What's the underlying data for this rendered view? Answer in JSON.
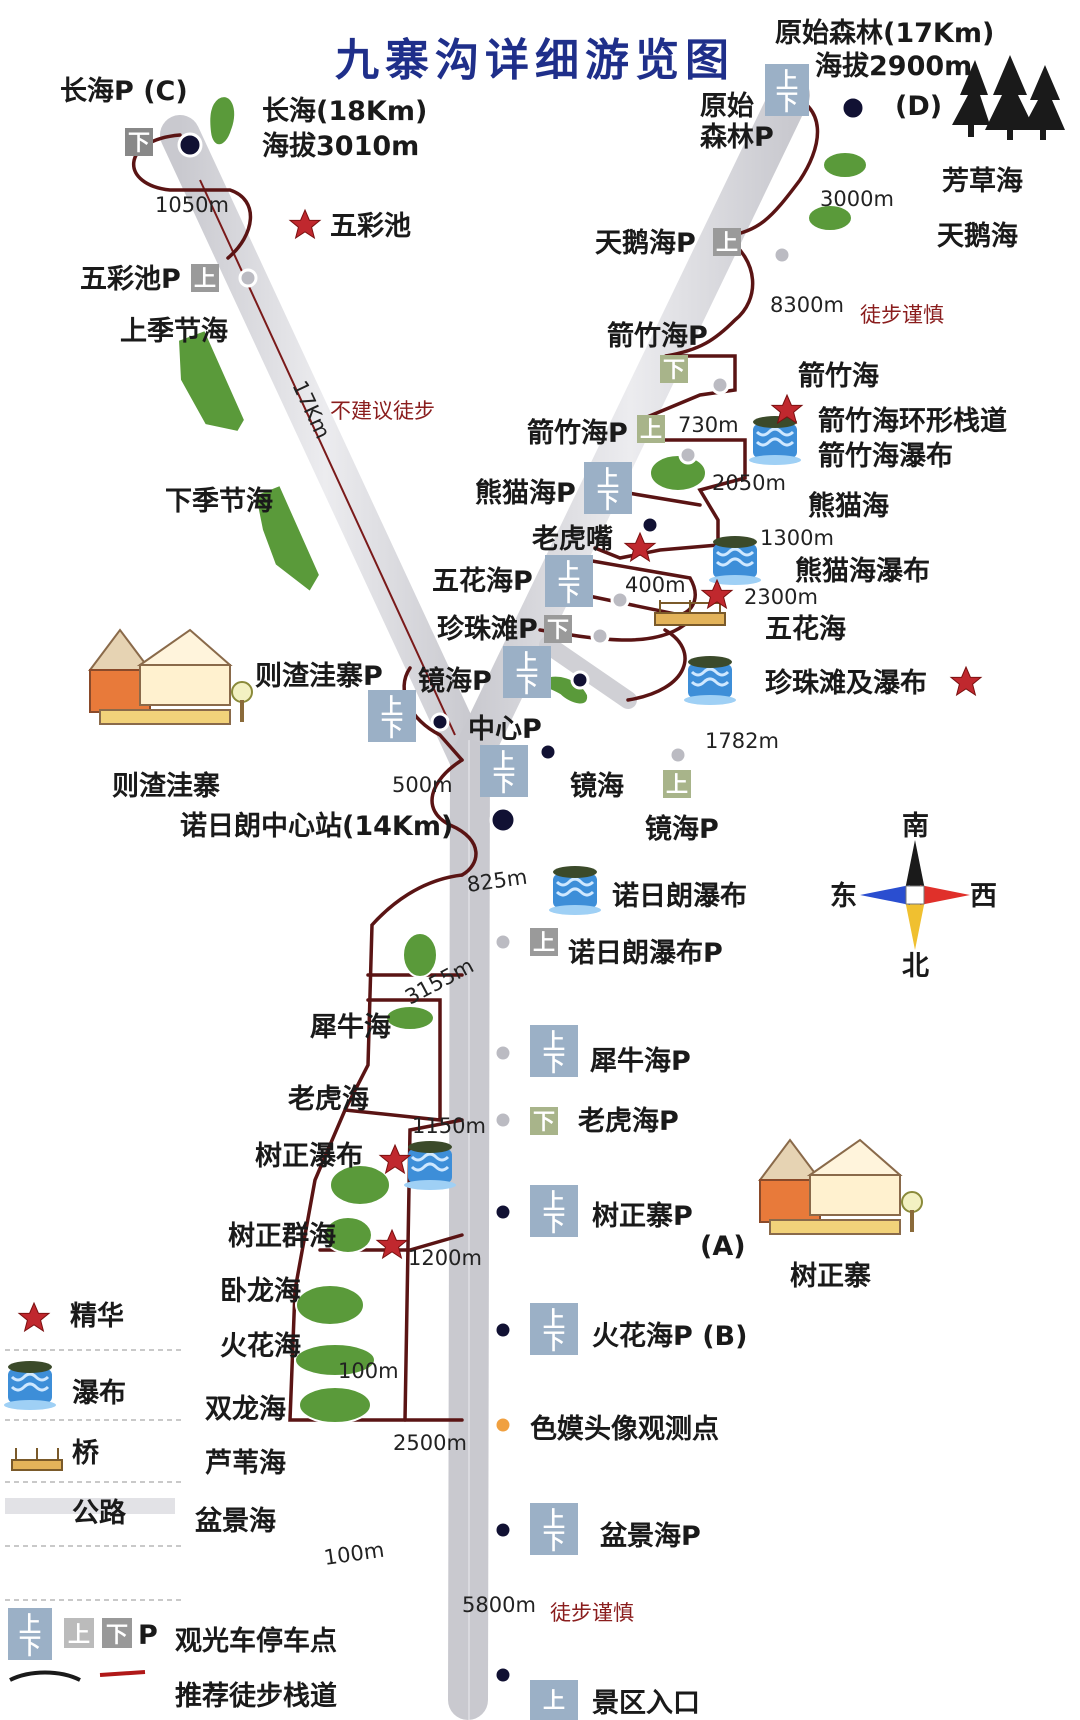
{
  "title": "九寨沟详细游览图",
  "colors": {
    "road": "#d8d8dc",
    "trail": "#6a1a1a",
    "lake": "#5a9a3a",
    "lake_edge": "#ffffff",
    "star": "#c0282e",
    "stop_dot": "#111133",
    "title": "#1f2f8a"
  },
  "branch_left": {
    "terminal_label": "长海P (C)",
    "terminal_sign": "下",
    "lake_name": "长海(18Km)",
    "lake_alt": "海拔3010m",
    "dist_1": "1050m",
    "wucaichi": "五彩池",
    "wucaichi_p": "五彩池P",
    "wucaichi_p_sign": "上",
    "shangjijie": "上季节海",
    "xiajijie": "下季节海",
    "road_len": "17Km",
    "no_hike": "不建议徒步",
    "zezhawa_p": "则渣洼寨P",
    "zezhawa_p_sign": "上\n下",
    "zezhawa_village": "则渣洼寨"
  },
  "branch_right": {
    "terminal_label": "原始森林(17Km)",
    "terminal_alt": "海拔2900m",
    "terminal_code": "(D)",
    "forest_p": "原始\n森林P",
    "forest_p_sign": "上\n下",
    "fangcaohai": "芳草海",
    "dist_3000": "3000m",
    "tianehai": "天鹅海",
    "tianehai_p": "天鹅海P",
    "tianehai_p_sign": "上",
    "dist_8300": "8300m",
    "hike_caution": "徒步谨慎",
    "jianzhuhai_p1": "箭竹海P",
    "jianzhuhai_p1_sign": "下",
    "jianzhuhai": "箭竹海",
    "jianzhuhai_loop": "箭竹海环形栈道",
    "jianzhuhai_fall": "箭竹海瀑布",
    "jianzhuhai_p2": "箭竹海P",
    "jianzhuhai_p2_sign": "上",
    "dist_730": "730m",
    "dist_2050": "2050m",
    "xiongmaohai_p": "熊猫海P",
    "xiongmaohai_p_sign": "上\n下",
    "xiongmaohai": "熊猫海",
    "laohuzui": "老虎嘴",
    "dist_1300": "1300m",
    "xiongmaohai_fall": "熊猫海瀑布",
    "wuhuahai_p": "五花海P",
    "wuhuahai_p_sign": "上\n下",
    "dist_400": "400m",
    "dist_2300": "2300m",
    "zhenzhutan_p": "珍珠滩P",
    "zhenzhutan_p_sign": "下",
    "wuhuahai": "五花海",
    "jinghai_p1": "镜海P",
    "jinghai_p1_sign": "上\n下",
    "zhenzhutan_fall": "珍珠滩及瀑布",
    "zhongxin_p": "中心P",
    "zhongxin_p_sign": "上\n下",
    "dist_1782": "1782m",
    "jinghai": "镜海",
    "jinghai_p2_sign": "上",
    "jinghai_p2": "镜海P",
    "dist_500": "500m"
  },
  "center": {
    "station": "诺日朗中心站(14Km)"
  },
  "trunk": {
    "dist_825": "825m",
    "nuorilang_fall": "诺日朗瀑布",
    "nuorilang_fall_p_sign": "上",
    "nuorilang_fall_p": "诺日朗瀑布P",
    "dist_3155": "3155m",
    "xiniuhai": "犀牛海",
    "xiniuhai_p_sign": "上\n下",
    "xiniuhai_p": "犀牛海P",
    "laohuhai": "老虎海",
    "dist_1150": "1150m",
    "laohuhai_p_sign": "下",
    "laohuhai_p": "老虎海P",
    "shuzheng_fall": "树正瀑布",
    "shuzhengzhai_p_sign": "上\n下",
    "shuzhengzhai_p": "树正寨P",
    "shuzhengzhai_p_code": "(A)",
    "shuzheng_village": "树正寨",
    "shuzheng_qunhai": "树正群海",
    "dist_1200": "1200m",
    "wolonghai": "卧龙海",
    "huohuahai": "火花海",
    "huohuahai_p_sign": "上\n下",
    "huohuahai_p": "火花海P (B)",
    "dist_100a": "100m",
    "shuanglonghai": "双龙海",
    "seamo": "色嫫头像观测点",
    "dist_2500": "2500m",
    "luweihai": "芦苇海",
    "penjinghai": "盆景海",
    "penjinghai_p_sign": "上\n下",
    "penjinghai_p": "盆景海P",
    "dist_100b": "100m",
    "dist_5800": "5800m",
    "hike_caution": "徒步谨慎",
    "entrance_sign": "上",
    "entrance": "景区入口"
  },
  "compass": {
    "south": "南",
    "north": "北",
    "east": "东",
    "west": "西"
  },
  "legend": {
    "highlight": "精华",
    "waterfall": "瀑布",
    "bridge": "桥",
    "road": "公路",
    "sign_big": "上\n下",
    "sign_up": "上",
    "sign_down": "下",
    "p_letter": "P",
    "bus_stop": "观光车停车点",
    "trail": "推荐徒步栈道"
  }
}
